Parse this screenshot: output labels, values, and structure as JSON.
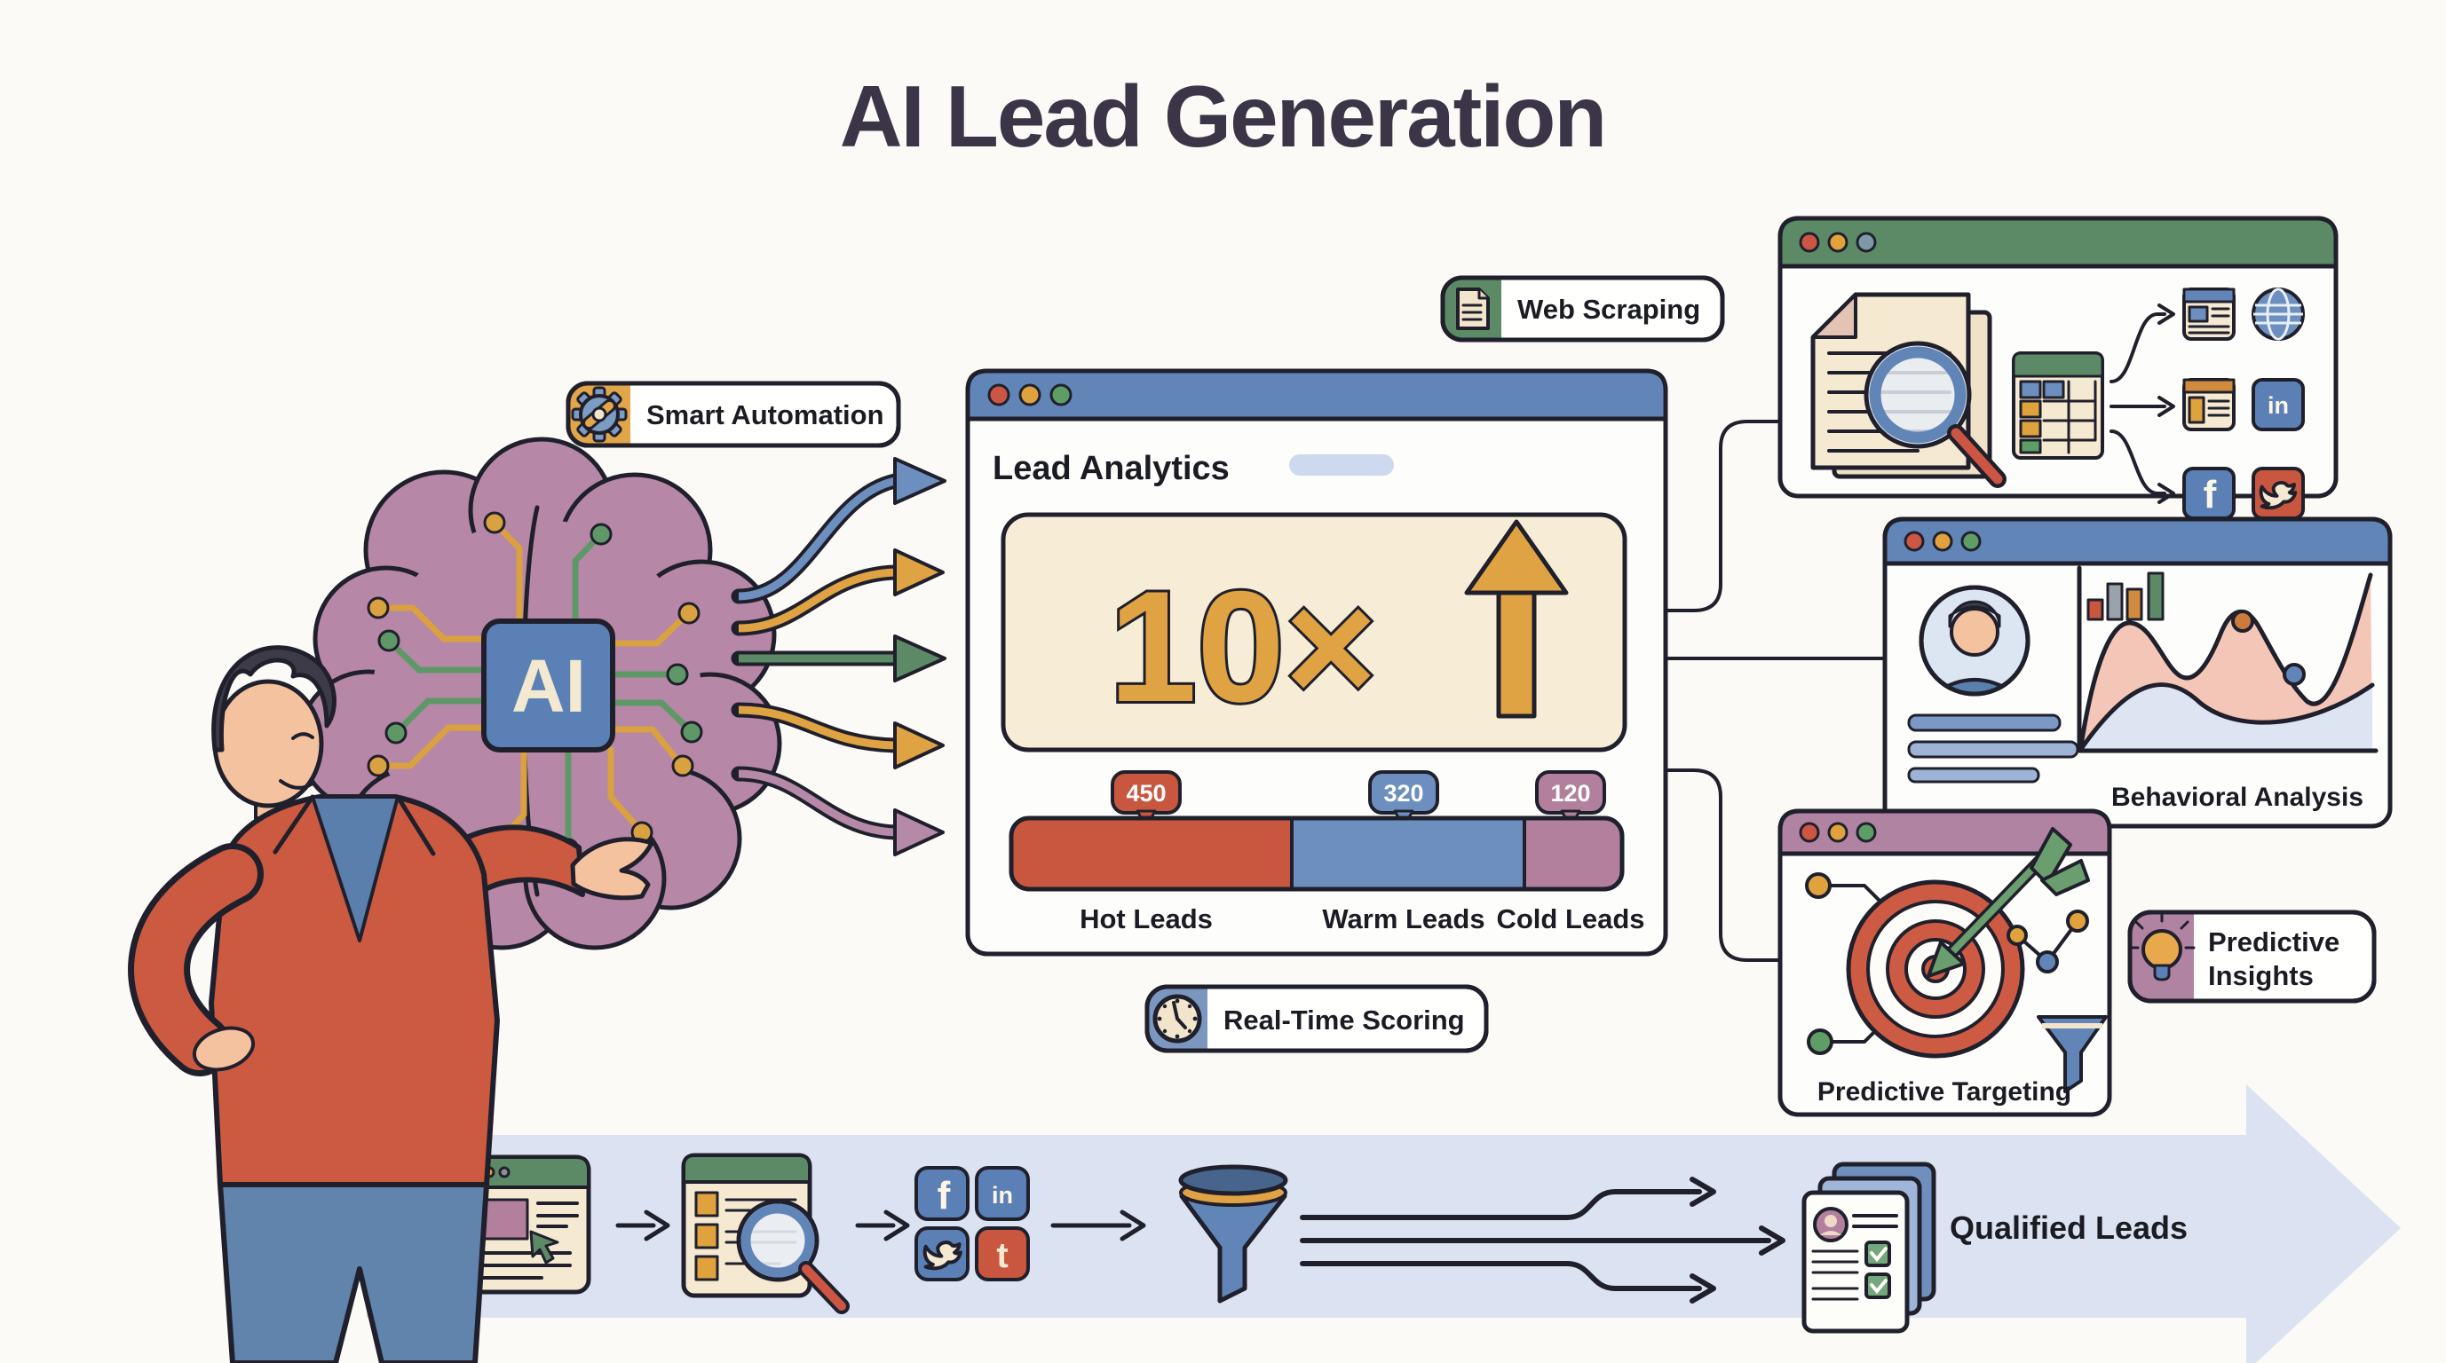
{
  "title": "AI Lead Generation",
  "ai_chip_label": "AI",
  "pills": {
    "smart_automation": "Smart Automation",
    "web_scraping": "Web Scraping",
    "real_time_scoring": "Real-Time Scoring",
    "predictive_insights_line1": "Predictive",
    "predictive_insights_line2": "Insights"
  },
  "lead_analytics": {
    "heading": "Lead Analytics",
    "growth_text": "10×",
    "segments": [
      {
        "label": "Hot Leads",
        "value": "450",
        "color": "#c9573f"
      },
      {
        "label": "Warm Leads",
        "value": "320",
        "color": "#6d8fbf"
      },
      {
        "label": "Cold Leads",
        "value": "120",
        "color": "#b2809d"
      }
    ]
  },
  "right_windows": {
    "behavioral_caption": "Behavioral Analysis",
    "targeting_caption": "Predictive Targeting"
  },
  "flow": {
    "qualified_leads": "Qualified Leads",
    "social_letters": {
      "facebook": "f",
      "linkedin": "in",
      "tumblr": "t"
    }
  },
  "icons": [
    "brain-icon",
    "ai-chip",
    "gear-icon",
    "document-icon",
    "clock-icon",
    "lightbulb-icon",
    "magnifier-icon",
    "spreadsheet-icon",
    "globe-icon",
    "facebook-icon",
    "linkedin-icon",
    "twitter-icon",
    "tumblr-icon",
    "funnel-icon",
    "target-icon",
    "dart-icon",
    "cursor-icon",
    "avatar-icon",
    "lead-card-icon"
  ],
  "colors": {
    "background": "#fbfaf6",
    "ink": "#20202c",
    "window_bar_blue": "#6285b8",
    "window_bar_green": "#5d8a66",
    "window_bar_mauve": "#b083a3",
    "accent_gold": "#dfa344",
    "accent_red": "#cc5544",
    "accent_green": "#5d8a66",
    "accent_blue": "#6d8fbf",
    "accent_mauve": "#b589a8",
    "panel_cream": "#f7ecd6",
    "flow_band": "#dbe2f1"
  },
  "chart_data": {
    "type": "bar",
    "title": "Lead Analytics",
    "categories": [
      "Hot Leads",
      "Warm Leads",
      "Cold Leads"
    ],
    "values": [
      450,
      320,
      120
    ],
    "series": [
      {
        "name": "Leads",
        "values": [
          450,
          320,
          120
        ]
      }
    ],
    "annotation": "10× increase",
    "colors": [
      "#c9573f",
      "#6d8fbf",
      "#b2809d"
    ],
    "legend": "none",
    "grid": false
  }
}
